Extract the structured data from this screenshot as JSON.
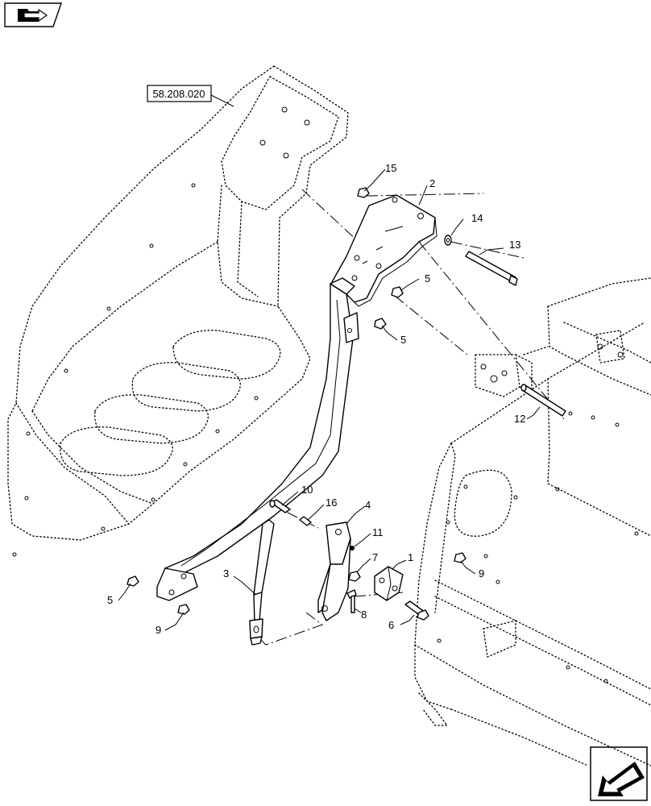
{
  "toolbar": {
    "view_icon": "folder-arrow-icon",
    "nav_icon": "arrow-bottom-left-icon"
  },
  "reference": {
    "label": "58.208.020"
  },
  "callouts": {
    "c1": "1",
    "c2": "2",
    "c3": "3",
    "c4": "4",
    "c5a": "5",
    "c5b": "5",
    "c5c": "5",
    "c6": "6",
    "c7": "7",
    "c8": "8",
    "c9a": "9",
    "c9b": "9",
    "c10": "10",
    "c11": "11",
    "c12": "12",
    "c13": "13",
    "c14": "14",
    "c15": "15",
    "c16": "16"
  }
}
